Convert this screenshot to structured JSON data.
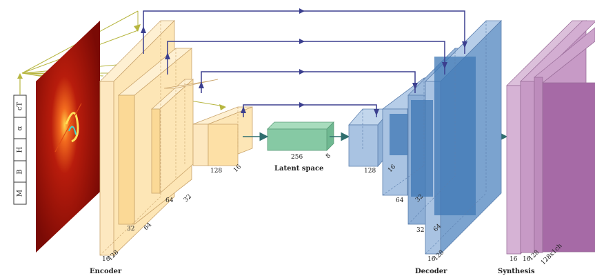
{
  "params": [
    "cT",
    "α",
    "H",
    "B",
    "M"
  ],
  "encoder": {
    "title": "Encoder",
    "labels": [
      "16",
      "128",
      "32",
      "64",
      "64",
      "32",
      "128",
      "16"
    ]
  },
  "latent": {
    "title": "Latent space",
    "labels": [
      "256",
      "8"
    ]
  },
  "decoder": {
    "title": "Decoder",
    "labels": [
      "128",
      "16",
      "64",
      "32",
      "32",
      "64",
      "16",
      "128"
    ]
  },
  "synthesis": {
    "title": "Synthesis",
    "labels": [
      "16",
      "16",
      "128",
      "128x1ch"
    ]
  },
  "colors": {
    "encoder_fill": "#fde8c0",
    "decoder_light": "#a9c3e2",
    "decoder_dark": "#3f78b5",
    "latent": "#86c9a4",
    "synthesis": "#c79ac6",
    "skip_arrow": "#3b3f8f",
    "flow_arrow": "#2f6e6e",
    "input_ray": "#b7b640",
    "heatmap_bg": "#7a0a05"
  }
}
